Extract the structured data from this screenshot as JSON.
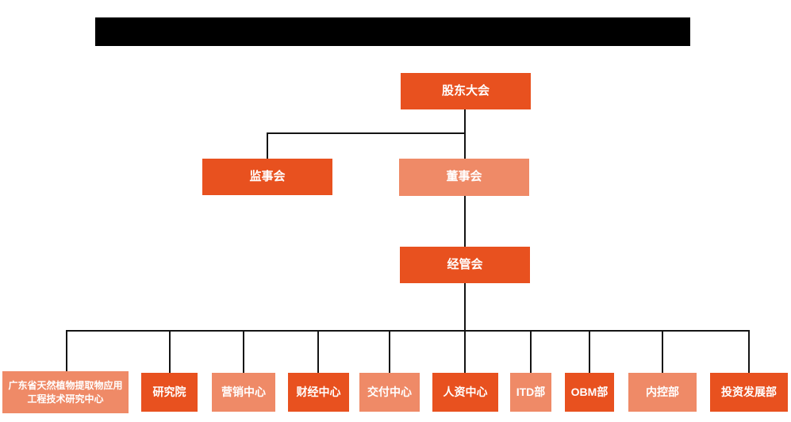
{
  "colors": {
    "node_primary": "#e8511f",
    "node_secondary": "#ef8a67",
    "connector_line": "#141414",
    "redacted_bar": "#000000",
    "node_text": "#ffffff",
    "background": "#ffffff"
  },
  "chart": {
    "root": {
      "label": "股东大会",
      "variant": "primary"
    },
    "supervisory": {
      "label": "监事会",
      "variant": "primary"
    },
    "board": {
      "label": "董事会",
      "variant": "secondary"
    },
    "management": {
      "label": "经管会",
      "variant": "primary"
    },
    "departments": [
      {
        "label": "广东省天然植物提取物应用工程技术研究中心",
        "variant": "secondary"
      },
      {
        "label": "研究院",
        "variant": "primary"
      },
      {
        "label": "营销中心",
        "variant": "secondary"
      },
      {
        "label": "财经中心",
        "variant": "primary"
      },
      {
        "label": "交付中心",
        "variant": "secondary"
      },
      {
        "label": "人资中心",
        "variant": "primary"
      },
      {
        "label": "ITD部",
        "variant": "secondary"
      },
      {
        "label": "OBM部",
        "variant": "primary"
      },
      {
        "label": "内控部",
        "variant": "secondary"
      },
      {
        "label": "投资发展部",
        "variant": "primary"
      }
    ]
  }
}
